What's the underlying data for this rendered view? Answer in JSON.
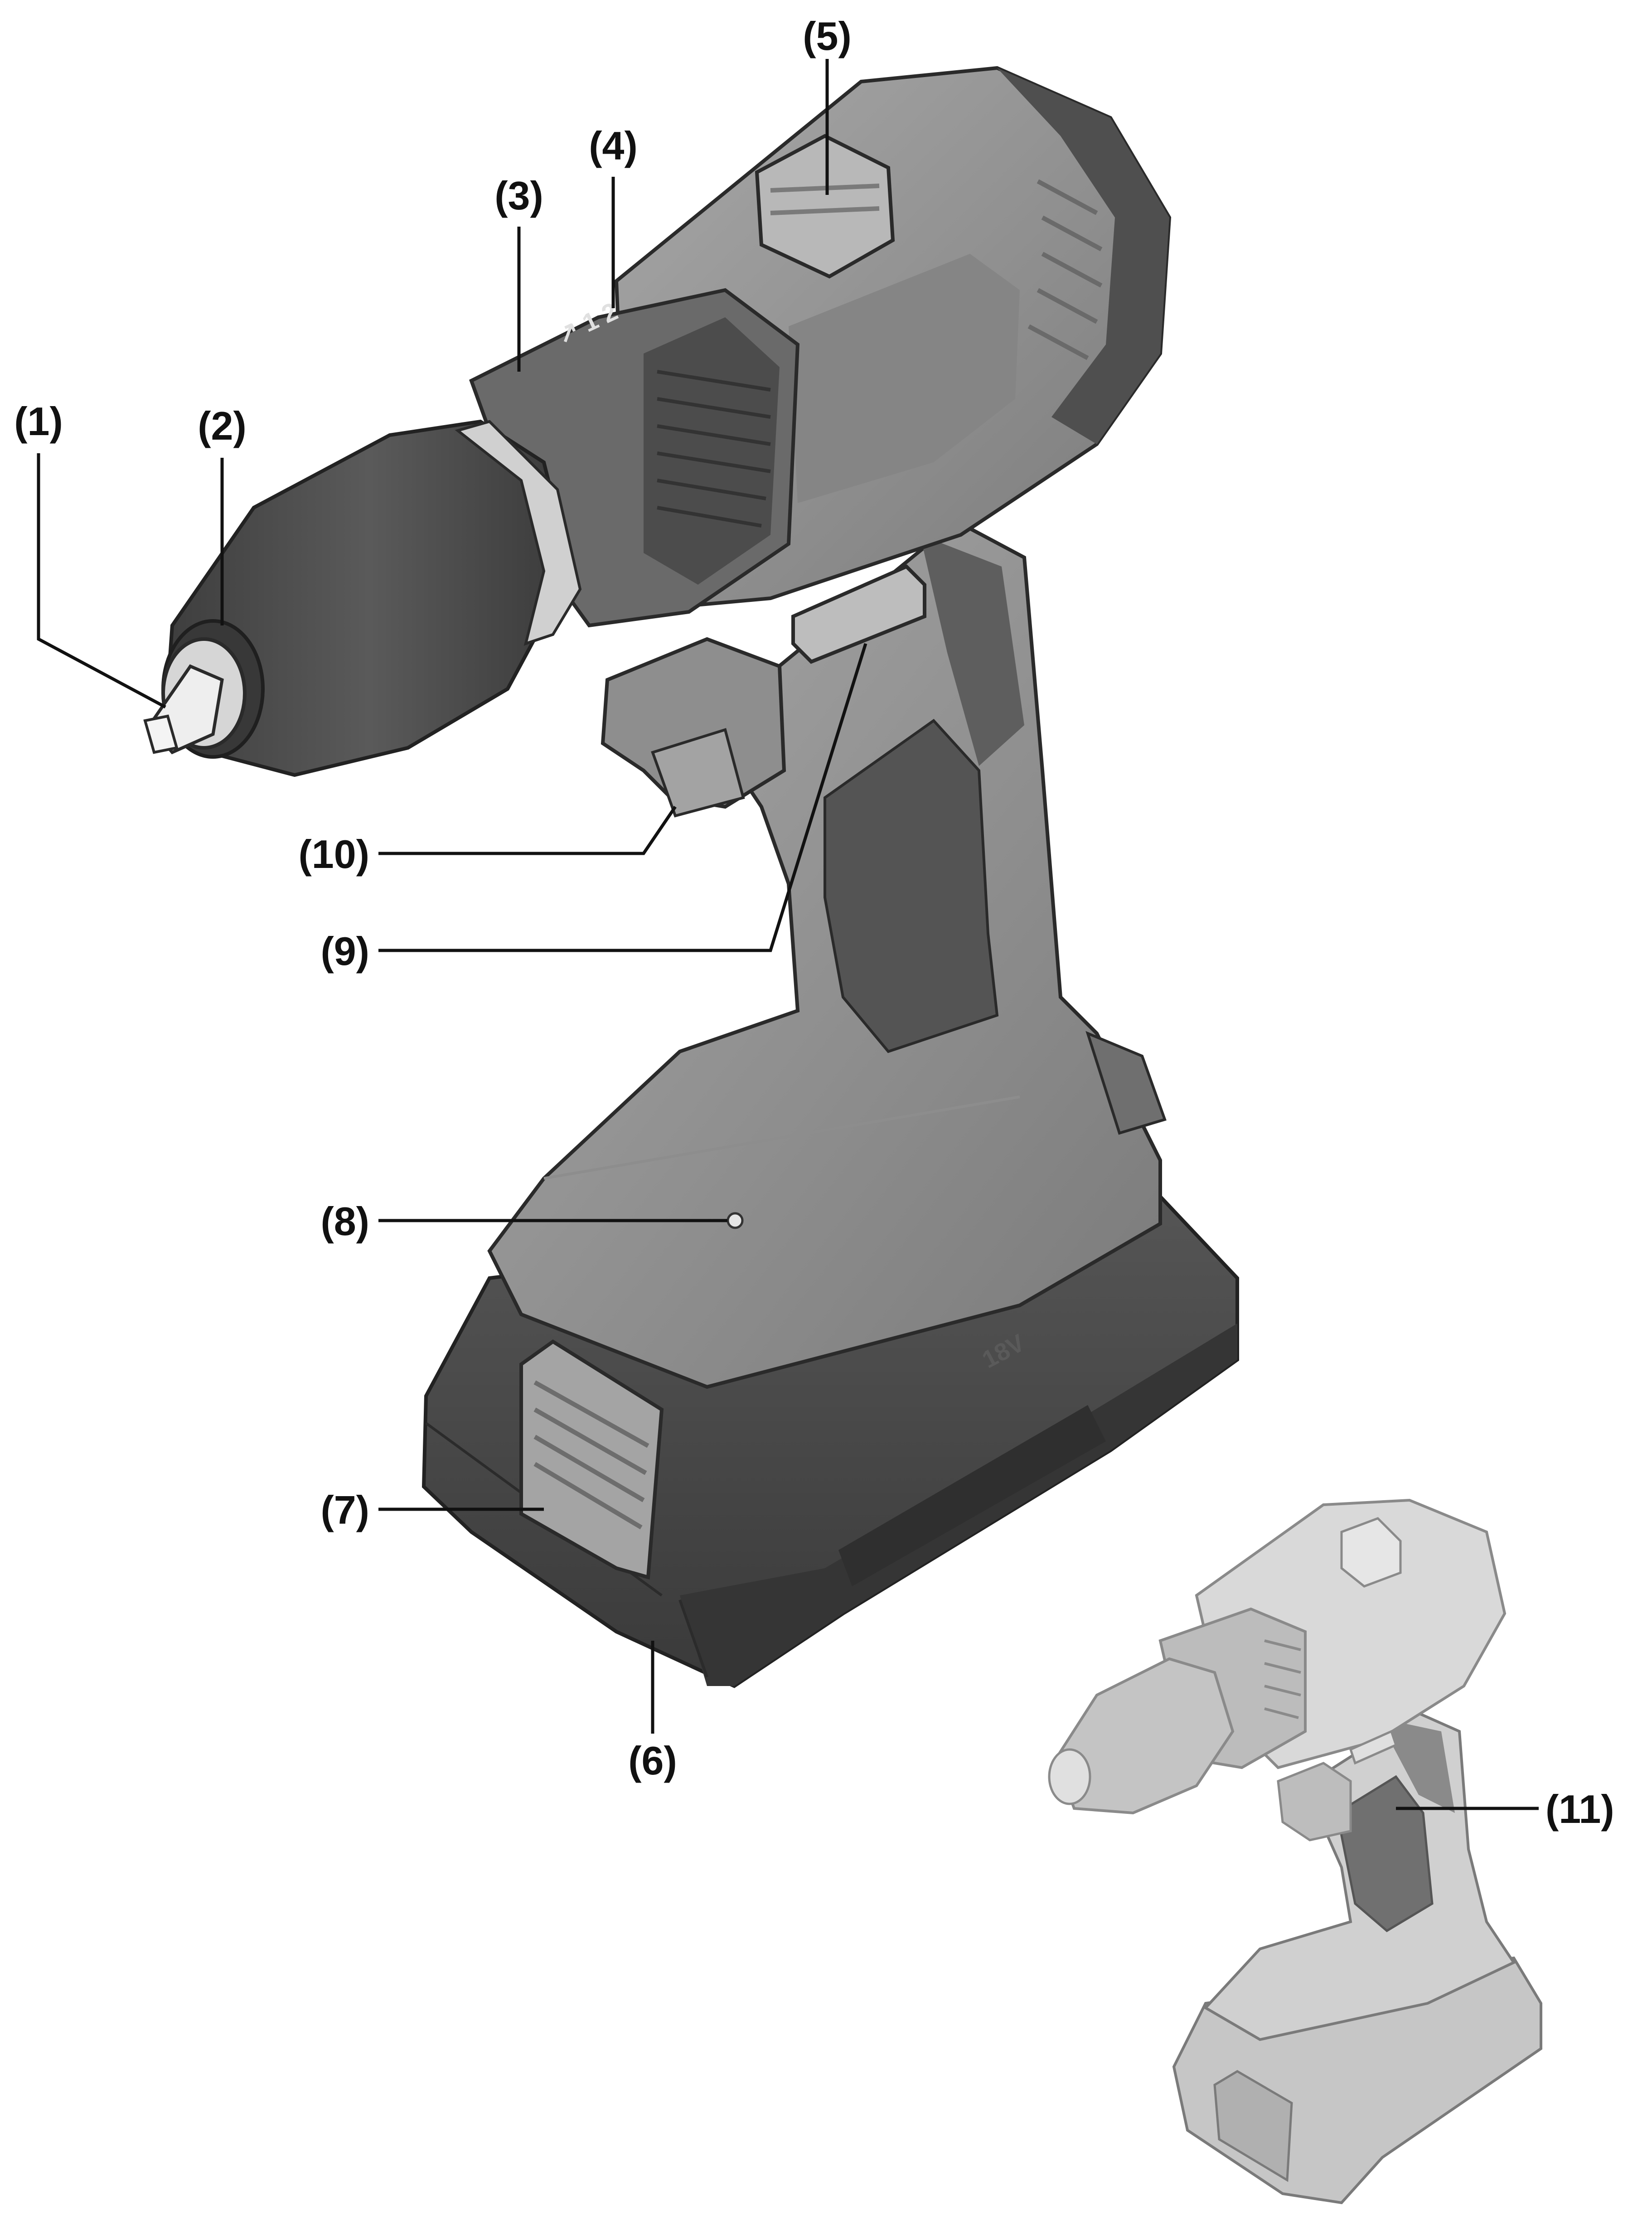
{
  "callouts": {
    "c1": "(1)",
    "c2": "(2)",
    "c3": "(3)",
    "c4": "(4)",
    "c5": "(5)",
    "c6": "(6)",
    "c7": "(7)",
    "c8": "(8)",
    "c9": "(9)",
    "c10": "(10)",
    "c11": "(11)"
  },
  "markings": {
    "gear_symbols": "↗ 1 2",
    "battery_label": "18V"
  },
  "colors": {
    "housing_light": "#9a9a9a",
    "housing_mid": "#7d7d7d",
    "housing_dark": "#555555",
    "battery_dark": "#464646",
    "chuck_dark": "#4e4e4e",
    "ring_light": "#cfcfcf",
    "ghost_light": "#d2d2d2",
    "ghost_mid": "#bcbcbc",
    "ghost_dark": "#7a7a7a",
    "outline": "#2a2a2a",
    "text": "#111111"
  }
}
